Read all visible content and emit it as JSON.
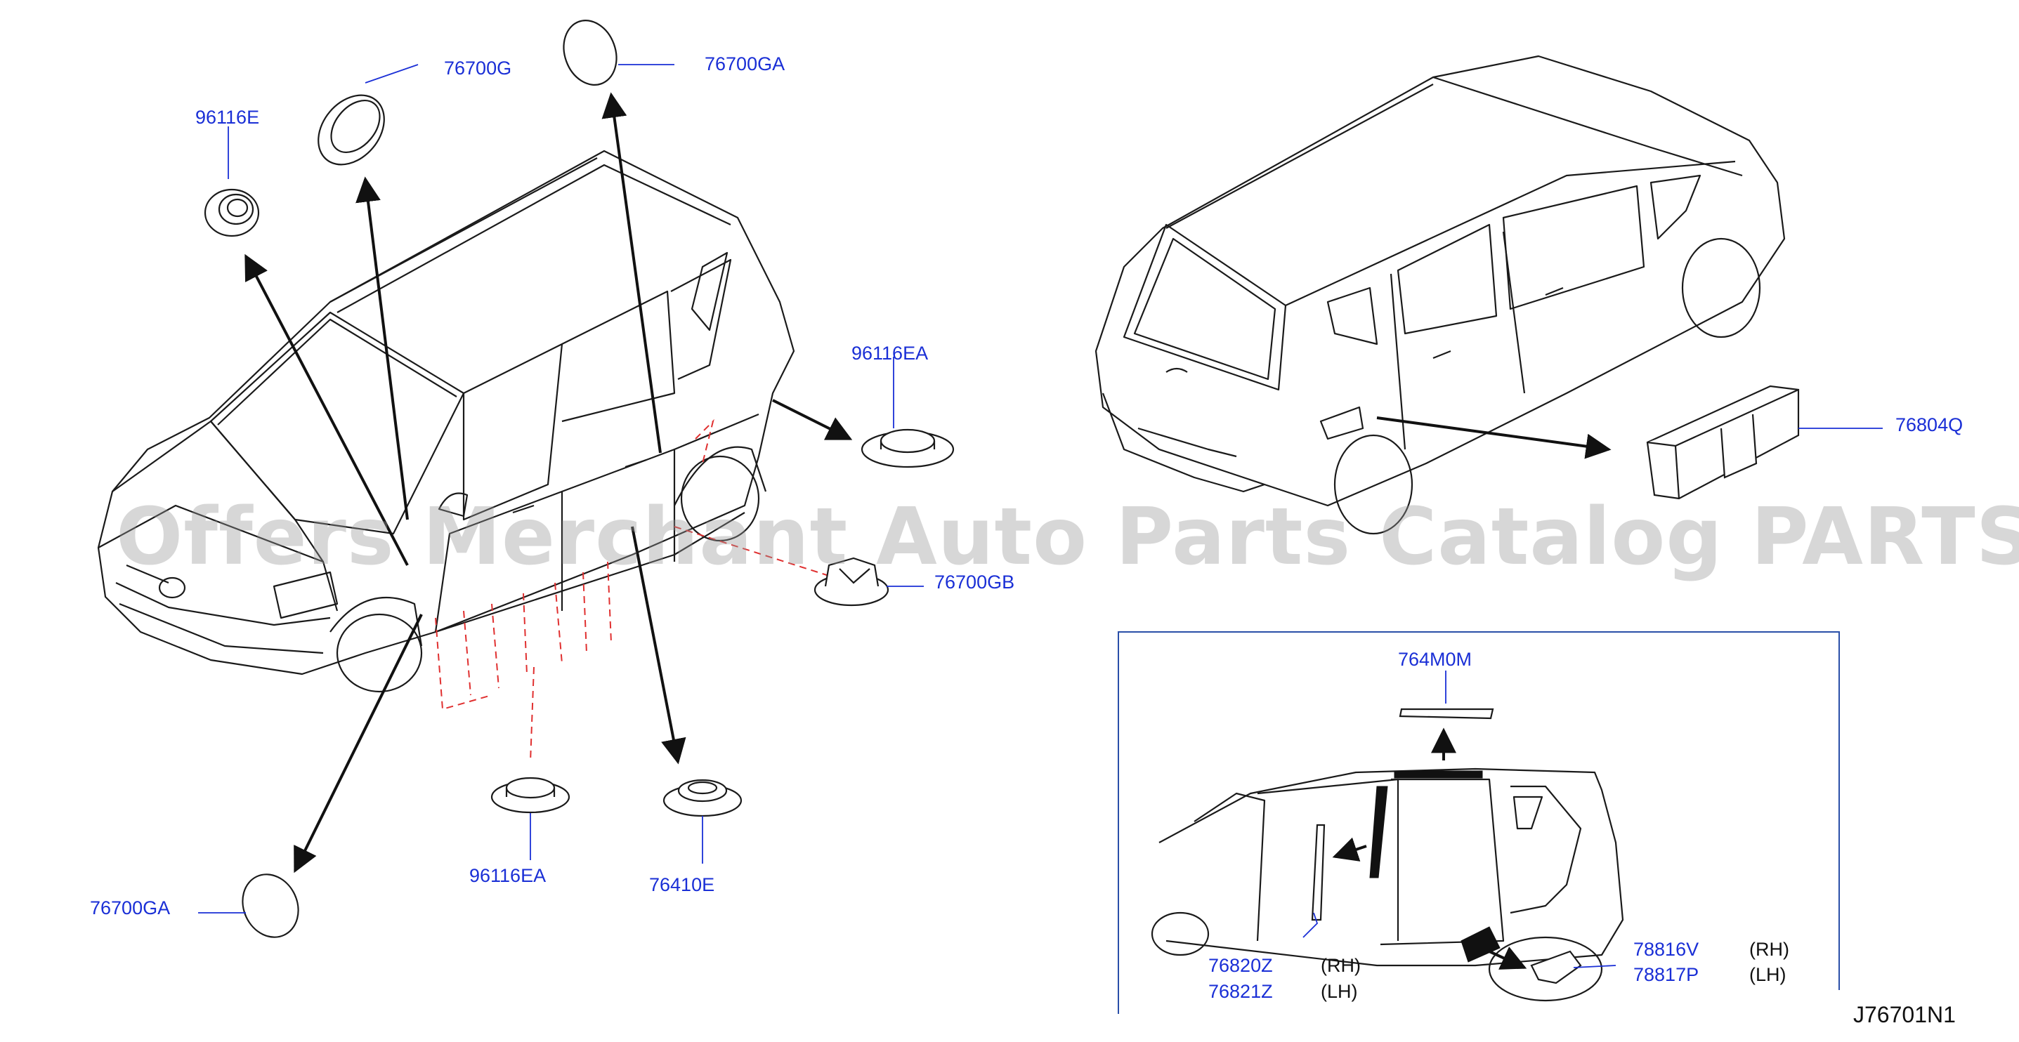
{
  "callouts": {
    "p96116e": "96116E",
    "p76700g": "76700G",
    "p76700ga_top": "76700GA",
    "p96116ea_right": "96116EA",
    "p76700gb": "76700GB",
    "p96116ea_bottom": "96116EA",
    "p76410e": "76410E",
    "p76700ga_bottom": "76700GA",
    "p76804q": "76804Q",
    "p764m0m": "764M0M",
    "p76820z": "76820Z",
    "p76821z": "76821Z",
    "p78816v": "78816V",
    "p78817p": "78817P"
  },
  "side_labels": {
    "rh_left": "(RH)",
    "lh_left": "(LH)",
    "rh_right": "(RH)",
    "lh_right": "(LH)"
  },
  "diagram_code": "J76701N1",
  "watermark": "Offers Merchant Auto Parts Catalog PARTSTORE.SA",
  "colors": {
    "callout_text": "#1a2fd6",
    "leader": "#1a2fd6",
    "outline": "#1a1a1a",
    "dashed": "#e03030",
    "inset_frame": "#2a4fa8"
  }
}
